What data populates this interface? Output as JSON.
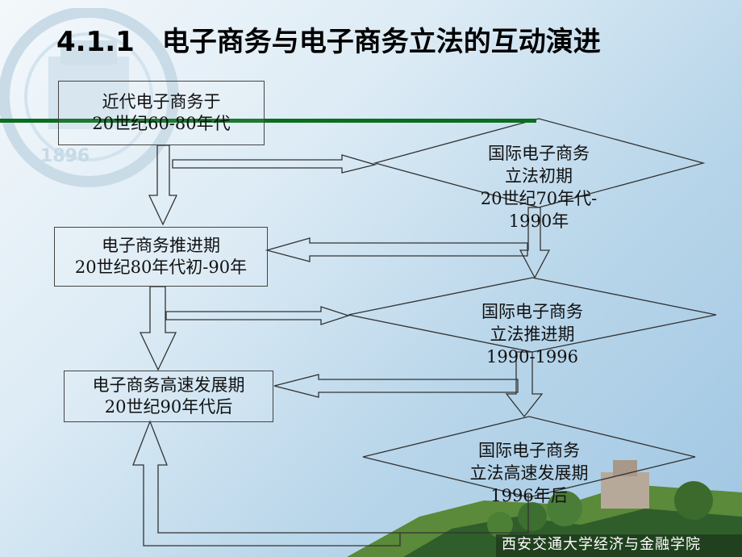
{
  "title": "4.1.1　电子商务与电子商务立法的互动演进",
  "footer": "西安交通大学经济与金融学院",
  "watermark_year": "1896",
  "boxes": {
    "b1": {
      "line1": "近代电子商务于",
      "line2": "20世纪60-80年代"
    },
    "b2": {
      "line1": "电子商务推进期",
      "line2": "20世纪80年代初-90年"
    },
    "b3": {
      "line1": "电子商务高速发展期",
      "line2": "20世纪90年代后"
    }
  },
  "diamonds": {
    "d1": {
      "line1": "国际电子商务",
      "line2": "立法初期",
      "line3": "20世纪70年代-",
      "line4": "1990年"
    },
    "d2": {
      "line1": "国际电子商务",
      "line2": "立法推进期",
      "line3": "1990-1996"
    },
    "d3": {
      "line1": "国际电子商务",
      "line2": "立法高速发展期",
      "line3": "1996年后"
    }
  }
}
